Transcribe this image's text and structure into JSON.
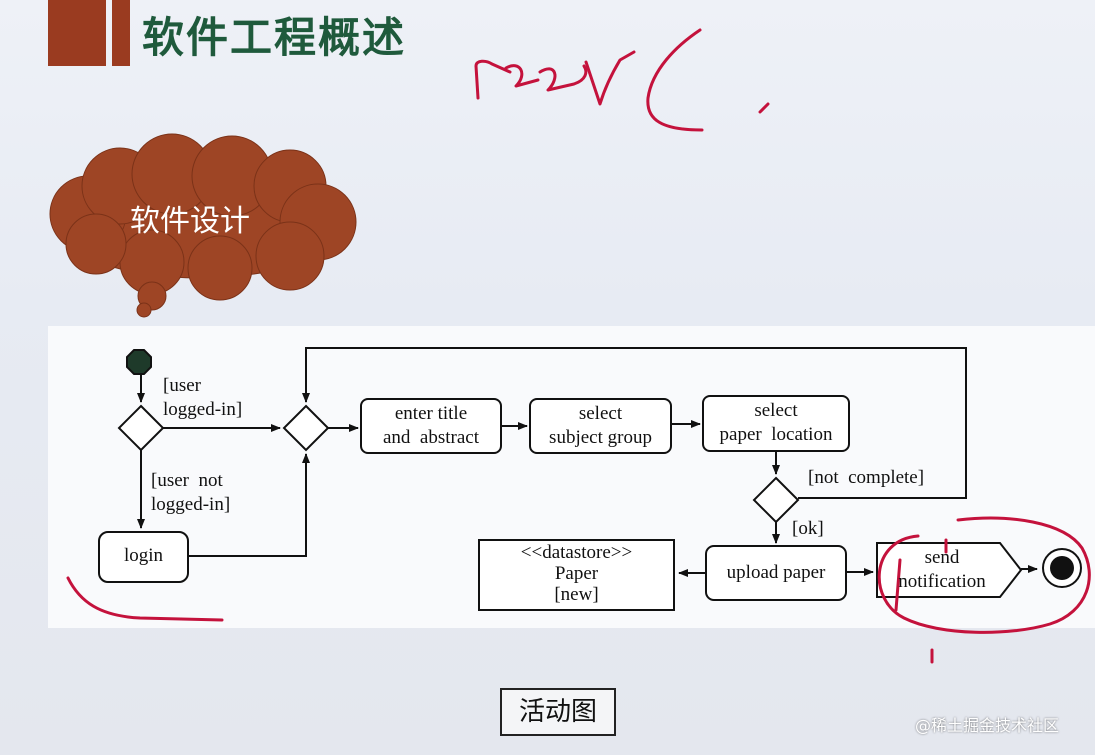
{
  "slide": {
    "title": "软件工程概述",
    "cloud_label": "软件设计",
    "caption": "活动图",
    "watermark": "@稀土掘金技术社区",
    "colors": {
      "title_bar": "#9a3b20",
      "title_text": "#1f5a3c",
      "cloud": "#9e4525",
      "annotation": "#c4123c"
    }
  },
  "diagram": {
    "nodes": {
      "enter": "enter title\nand  abstract",
      "subject": "select\nsubject group",
      "location": "select\npaper  location",
      "login": "login",
      "upload": "upload paper",
      "datastore": "<<datastore>>\nPaper\n[new]",
      "notify": "send\nnotification"
    },
    "guards": {
      "logged_in": "[user\nlogged-in]",
      "not_logged_in": "[user  not\nlogged-in]",
      "not_complete": "[not  complete]",
      "ok": "[ok]"
    }
  }
}
